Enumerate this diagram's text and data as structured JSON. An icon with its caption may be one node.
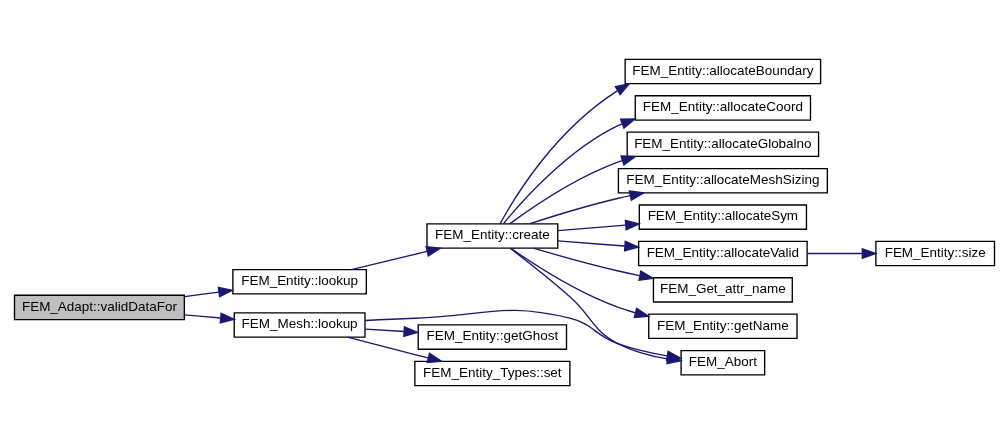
{
  "diagram": {
    "nodes": [
      {
        "text": [
          "FEM_Adapt::validDataFor"
        ]
      },
      {
        "text": [
          "FEM_Entity::lookup"
        ]
      },
      {
        "text": [
          "FEM_Mesh::lookup"
        ]
      },
      {
        "text": [
          "FEM_Entity::create"
        ]
      },
      {
        "text": [
          "FEM_Entity::allocateBoundary"
        ]
      },
      {
        "text": [
          "FEM_Entity::allocateCoord"
        ]
      },
      {
        "text": [
          "FEM_Entity::allocateGlobalno"
        ]
      },
      {
        "text": [
          "FEM_Entity::allocateMeshSizing"
        ]
      },
      {
        "text": [
          "FEM_Entity::allocateSym"
        ]
      },
      {
        "text": [
          "FEM_Entity::allocateValid"
        ]
      },
      {
        "text": [
          "FEM_Entity::size"
        ]
      },
      {
        "text": [
          "FEM_Get_attr_name"
        ]
      },
      {
        "text": [
          "FEM_Entity::getName"
        ]
      },
      {
        "text": [
          "FEM_Abort"
        ]
      },
      {
        "text": [
          "FEM_Entity::getGhost"
        ]
      },
      {
        "text": [
          "FEM_Entity_Types::set"
        ]
      }
    ],
    "edges": [
      {
        "from": 0,
        "to": 1,
        "arrow": "to"
      },
      {
        "from": 0,
        "to": 2,
        "arrow": "to"
      },
      {
        "from": 1,
        "to": 3,
        "arrow": "to"
      },
      {
        "from": 3,
        "to": 4,
        "arrow": "to"
      },
      {
        "from": 3,
        "to": 5,
        "arrow": "to"
      },
      {
        "from": 3,
        "to": 6,
        "arrow": "to"
      },
      {
        "from": 3,
        "to": 7,
        "arrow": "to"
      },
      {
        "from": 3,
        "to": 8,
        "arrow": "to"
      },
      {
        "from": 3,
        "to": 9,
        "arrow": "to"
      },
      {
        "from": 9,
        "to": 10,
        "arrow": "to"
      },
      {
        "from": 3,
        "to": 11,
        "arrow": "to"
      },
      {
        "from": 3,
        "to": 12,
        "arrow": "to"
      },
      {
        "from": 3,
        "to": 13,
        "arrow": "to"
      },
      {
        "from": 2,
        "to": 13,
        "arrow": "to"
      },
      {
        "from": 2,
        "to": 14,
        "arrow": "to"
      },
      {
        "from": 2,
        "to": 15,
        "arrow": "to"
      }
    ]
  }
}
